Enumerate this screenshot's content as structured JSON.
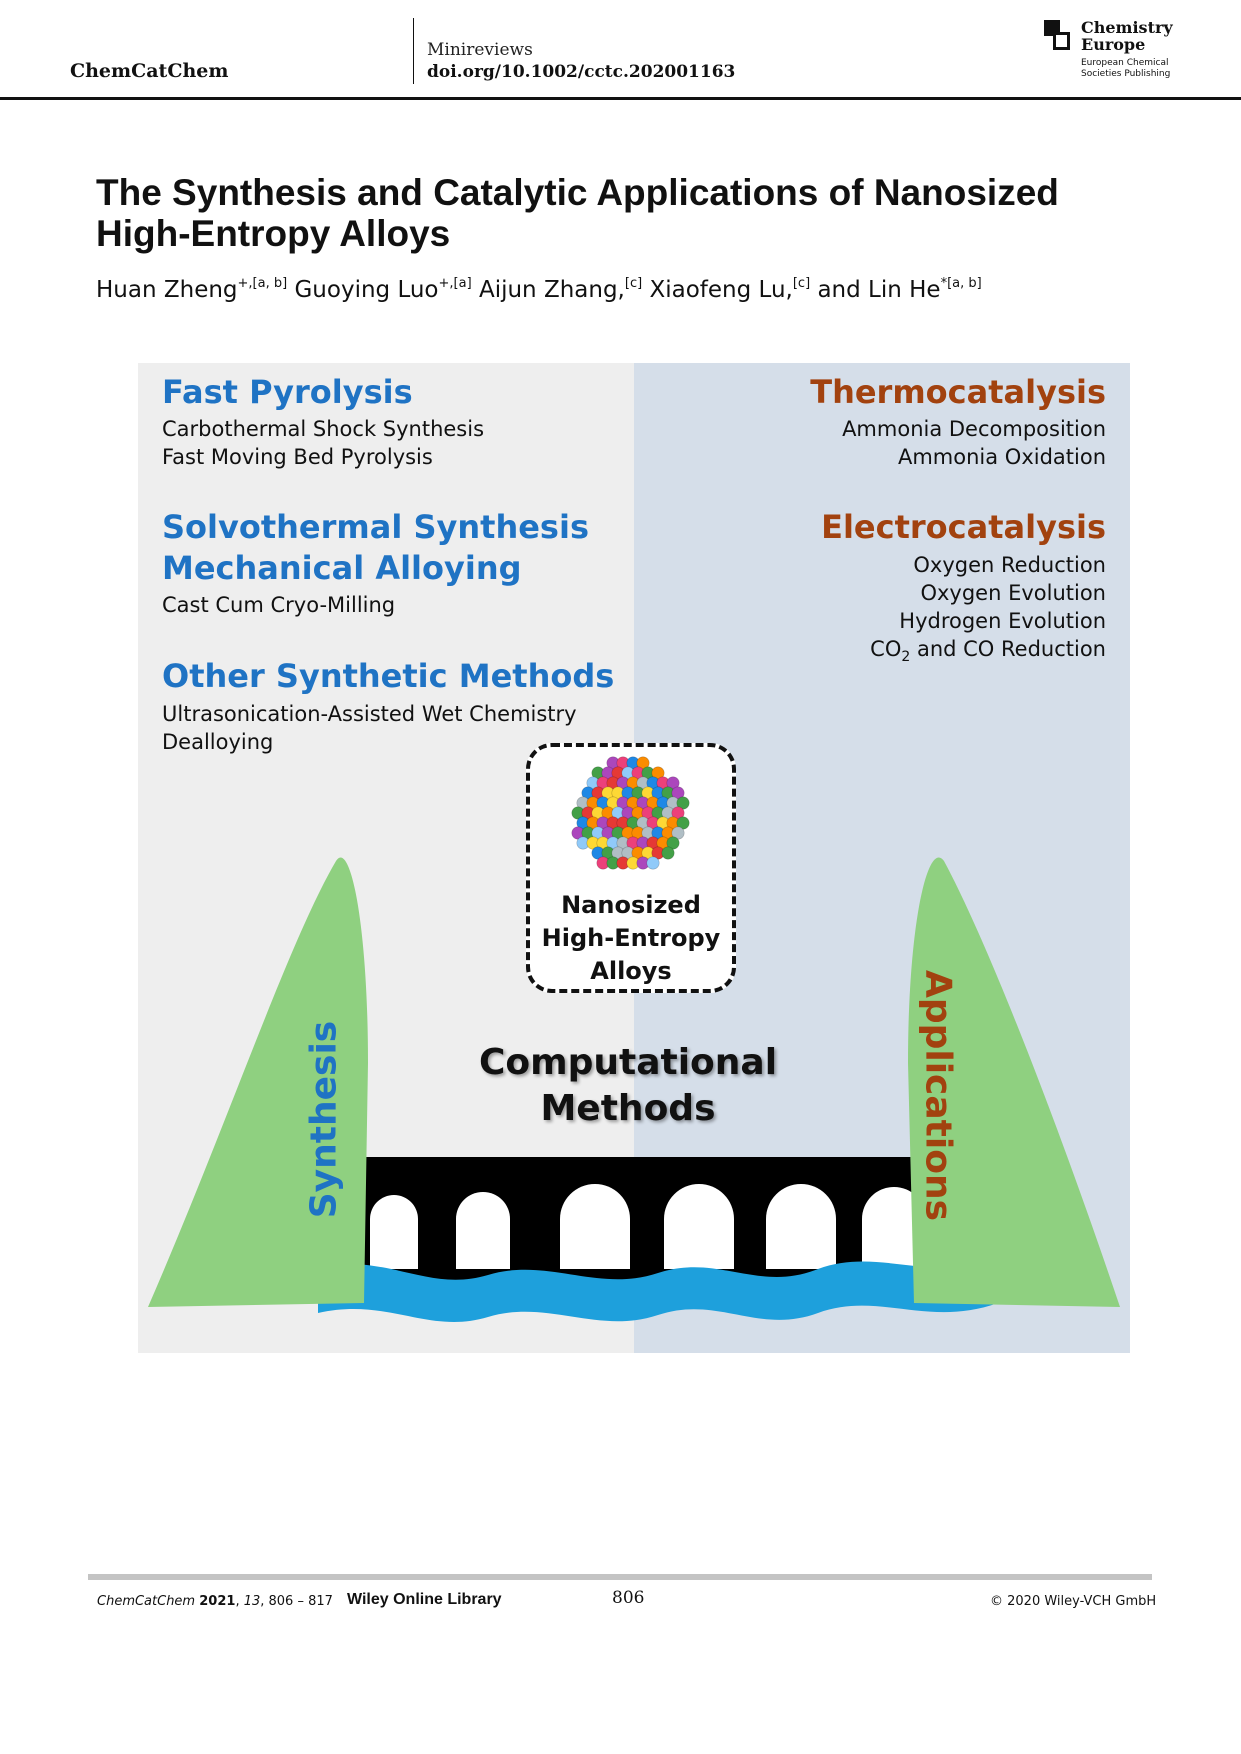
{
  "header": {
    "journal": "ChemCatChem",
    "article_type": "Minireviews",
    "doi": "doi.org/10.1002/cctc.202001163",
    "logo": {
      "line1": "Chemistry",
      "line2": "Europe",
      "sub1": "European Chemical",
      "sub2": "Societies Publishing"
    }
  },
  "article": {
    "title": "The Synthesis and Catalytic Applications of Nanosized High-Entropy Alloys",
    "authors": [
      {
        "name": "Huan Zheng",
        "sup": "+,[a, b]",
        "sep": " "
      },
      {
        "name": "Guoying Luo",
        "sup": "+,[a]",
        "sep": " "
      },
      {
        "name": "Aijun Zhang,",
        "sup": "[c]",
        "sep": " "
      },
      {
        "name": "Xiaofeng Lu,",
        "sup": "[c]",
        "sep": " and "
      },
      {
        "name": "Lin He",
        "sup": "*[a, b]",
        "sep": ""
      }
    ]
  },
  "figure": {
    "left": {
      "group1": {
        "heading": "Fast Pyrolysis",
        "items": [
          "Carbothermal Shock Synthesis",
          "Fast Moving Bed Pyrolysis"
        ]
      },
      "group2": {
        "heading1": "Solvothermal Synthesis",
        "heading2": "Mechanical Alloying",
        "items": [
          "Cast Cum Cryo-Milling"
        ]
      },
      "group3": {
        "heading": "Other Synthetic Methods",
        "items": [
          "Ultrasonication-Assisted Wet Chemistry",
          "Dealloying"
        ]
      }
    },
    "right": {
      "group1": {
        "heading": "Thermocatalysis",
        "items": [
          "Ammonia Decomposition",
          "Ammonia Oxidation"
        ]
      },
      "group2": {
        "heading": "Electrocatalysis",
        "items": [
          "Oxygen Reduction",
          "Oxygen Evolution",
          "Hydrogen Evolution"
        ],
        "co2_prefix": "CO",
        "co2_sub": "2",
        "co2_suffix": " and CO Reduction"
      }
    },
    "center": {
      "hea_line1": "Nanosized",
      "hea_line2": "High-Entropy",
      "hea_line3": "Alloys",
      "comp_line1": "Computational",
      "comp_line2": "Methods"
    },
    "pillar_left": "Synthesis",
    "pillar_right": "Applications",
    "colors": {
      "left_bg": "#eeeeee",
      "right_bg": "#d5dee9",
      "pillar": "#8fd080",
      "water": "#1ea0dc",
      "bridge": "#000000",
      "blue_text": "#1f73c4",
      "brown_text": "#a2420f"
    }
  },
  "footer": {
    "journal_italic": "ChemCatChem",
    "year": "2021",
    "volume": "13",
    "pages": "806 – 817",
    "library": "Wiley Online Library",
    "page_number": "806",
    "copyright": "© 2020 Wiley-VCH GmbH"
  }
}
